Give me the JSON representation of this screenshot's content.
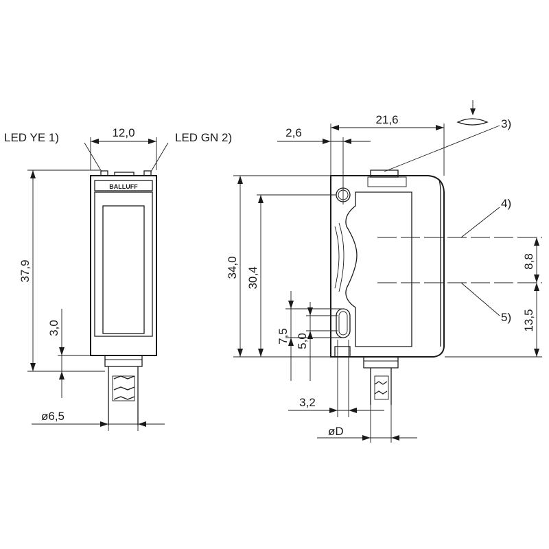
{
  "labels": {
    "led_ye": "LED YE 1)",
    "led_gn": "LED GN 2)",
    "brand": "BALLUFF",
    "note_3": "3)",
    "note_4": "4)",
    "note_5": "5)"
  },
  "dimensions": {
    "front_width": "12,0",
    "front_height": "37,9",
    "front_connector_len": "3,0",
    "cable_dia": "ø6,5",
    "side_offset": "2,6",
    "side_depth": "21,6",
    "side_height": "34,0",
    "hole_spacing": "30,4",
    "slot_length": "7,5",
    "slot_width": "5,0",
    "beam_spacing": "8,8",
    "beam_height": "13,5",
    "hole_offset": "3,2",
    "dia_d": "øD"
  }
}
